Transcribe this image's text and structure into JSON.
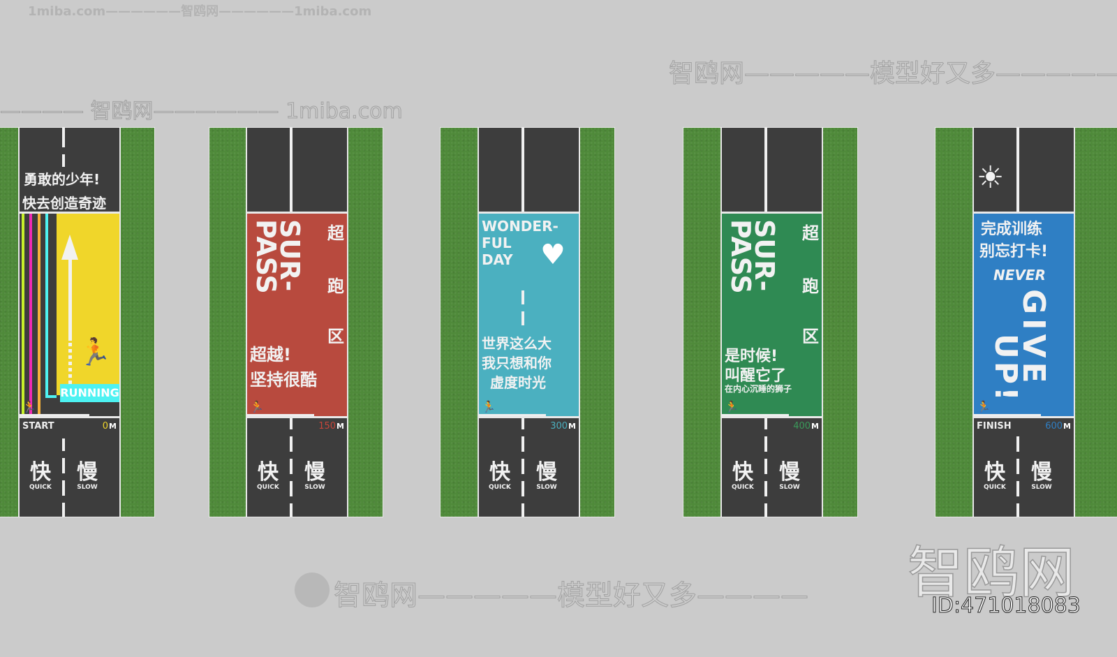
{
  "watermarks": {
    "top_left": "1miba.com——————智鸥网——————1miba.com",
    "top_right": "智鸥网—————模型好又多—————",
    "left": "———— 智鸥网—————— 1miba.com",
    "bottom": "智鸥网—————模型好又多————",
    "big_logo": "智鸥网",
    "id": "ID:471018083"
  },
  "common": {
    "quick_cn": "快",
    "quick_en": "QUICK",
    "slow_cn": "慢",
    "slow_en": "SLOW",
    "unit": "M",
    "runner_icon": "🏃"
  },
  "panels": [
    {
      "color": "#f0d62a",
      "title_lines": [
        "勇敢的少年!",
        "快去创造奇迹"
      ],
      "badge": "RUNNING",
      "start_label": "START",
      "distance": "0",
      "distance_color": "#f0d62a",
      "stripes": [
        "#c6f02a",
        "#f02ab4",
        "#f7b23a",
        "#4df2f2"
      ]
    },
    {
      "color": "#b84a3e",
      "vertical_en": [
        "SUR-",
        "PASS"
      ],
      "vertical_cn": [
        "超",
        "跑",
        "区"
      ],
      "slogan": [
        "超越!",
        "坚持很酷"
      ],
      "distance": "150",
      "distance_color": "#c9453a"
    },
    {
      "color": "#4bb0c0",
      "en_lines": [
        "WONDER-",
        "FUL",
        "DAY"
      ],
      "slogan": [
        "世界这么大",
        "我只想和你",
        "虚度时光"
      ],
      "distance": "300",
      "distance_color": "#4bb0c0"
    },
    {
      "color": "#2f8a53",
      "vertical_en": [
        "SUR-",
        "PASS"
      ],
      "vertical_cn": [
        "超",
        "跑",
        "区"
      ],
      "slogan": [
        "是时候!",
        "叫醒它了"
      ],
      "sub": "在内心沉睡的狮子",
      "distance": "400",
      "distance_color": "#3a9a5a"
    },
    {
      "color": "#2f7fc4",
      "slogan": [
        "完成训练",
        "别忘打卡!"
      ],
      "never": "NEVER",
      "give": "GIVE",
      "up": "UP!",
      "finish_label": "FINISH",
      "distance": "600",
      "distance_color": "#2f7fc4"
    }
  ]
}
